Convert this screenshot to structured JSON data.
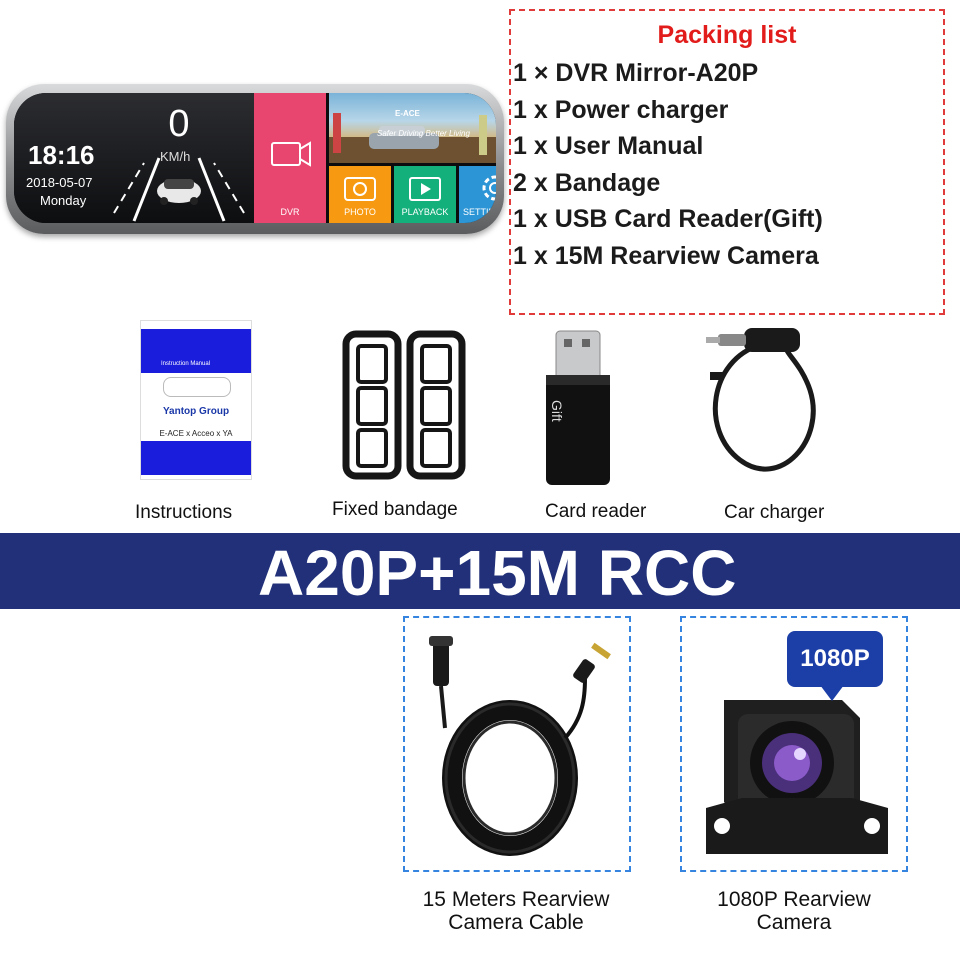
{
  "mirror": {
    "time": "18:16",
    "date": "2018-05-07",
    "day": "Monday",
    "speed": "0",
    "speed_unit": "KM/h",
    "banner_brand": "E-ACE",
    "banner_tagline": "Safer Driving Better Living",
    "tiles": {
      "dvr": "DVR",
      "photo": "PHOTO",
      "playback": "PLAYBACK",
      "settings": "SETTIN"
    }
  },
  "packing_list": {
    "title": "Packing list",
    "items": [
      "1 × DVR Mirror-A20P",
      "1 x Power charger",
      "1 x User Manual",
      "2 x Bandage",
      "1 x USB Card Reader(Gift)",
      "1 x 15M Rearview Camera"
    ]
  },
  "manual_cover": {
    "title": "Instruction Manual",
    "group": "Yantop Group",
    "brands": "E-ACE x Acceo x YA"
  },
  "card_reader_text": "Gift",
  "accessories": {
    "instructions": "Instructions",
    "bandage": "Fixed bandage",
    "card_reader": "Card reader",
    "car_charger": "Car charger"
  },
  "banner": {
    "title": "A20P+15M RCC"
  },
  "bottom": {
    "badge": "1080P",
    "cable_label": "15 Meters Rearview\nCamera Cable",
    "camera_label": "1080P Rearview\nCamera"
  },
  "colors": {
    "packing_title": "#e21b1b",
    "packing_border": "#e03a3a",
    "banner_bg": "#213079",
    "box_border": "#3585e0",
    "badge_bg": "#1c3fa7"
  }
}
